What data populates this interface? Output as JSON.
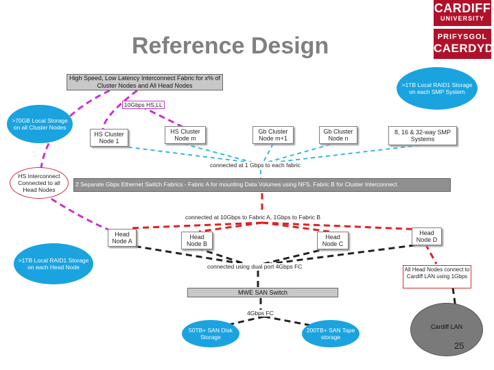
{
  "title": "Reference Design",
  "logos": {
    "cardiff_line1": "CARDIFF",
    "cardiff_line2": "UNIVERSITY",
    "welsh_line1": "PRIFYSGOL",
    "welsh_line2": "CAERDYD"
  },
  "top_bar": "High Speed, Low Latency Interconnect Fabric for x% of Cluster Nodes and All Head Nodes",
  "hs_label": "10Gbps HS,LL",
  "bubbles": {
    "local70": ">70GB Local Storage on all Cluster Nodes",
    "smp_raid": ">1TB Local RAID1 Storage on each SMP System",
    "head_raid": ">1TB Local RAID1 Storage on each Head Node",
    "san50": "50TB+ SAN Disk Storage",
    "san200": "200TB+ SAN Tape storage"
  },
  "cluster_nodes": {
    "hs1": "HS Cluster Node 1",
    "hsm": "HS Cluster Node m",
    "gbm1": "Gb Cluster Node m+1",
    "gbn": "Gb Cluster Node n",
    "smp": "8, 16 & 32-way SMP Systems"
  },
  "gbps_label": "connected at 1 Gbps to each fabric",
  "hs_interconnect": "HS Interconnect Connected to all Head Nodes",
  "switch_bar": "2 Separate Gbps Ethernet Switch Fabrics - Fabric A for mounting Data Volumes using NFS, Fabric B for Cluster Interconnect",
  "fabric_label": "connected at 10Gbps to Fabric A, 1Gbps to Fabric B",
  "head_nodes": {
    "a": "Head Node A",
    "b": "Head Node B",
    "c": "Head Node C",
    "d": "Head Node D"
  },
  "fc_label": "connected using dual port 4Gbps FC",
  "lan_label": "All Head Nodes connect to Cardiff LAN using 1Gbps",
  "san_switch": "MWE SAN Switch",
  "fc4_label": "4Gbps FC",
  "cardiff_lan": "Cardiff LAN",
  "page_number": "25",
  "colors": {
    "title": "#808080",
    "bubble": "#1aa3df",
    "hs_link": "#cc2fd1",
    "fabric_link": "#e02020",
    "cluster_link": "#2fb8e0",
    "logo": "#b0112a"
  }
}
